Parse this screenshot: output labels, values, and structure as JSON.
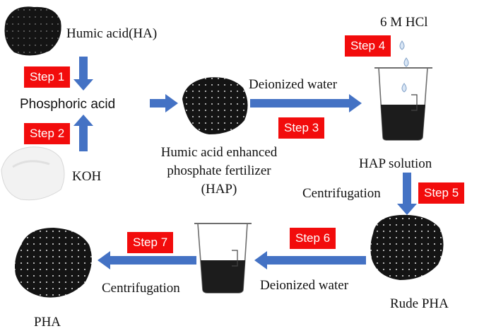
{
  "labels": {
    "humic_acid": "Humic acid(HA)",
    "phosphoric_acid": "Phosphoric acid",
    "koh": "KOH",
    "deionized_water_1": "Deionized water",
    "hcl": "6 M HCl",
    "hap_line1": "Humic acid enhanced",
    "hap_line2": "phosphate fertilizer",
    "hap_line3": "(HAP)",
    "hap_solution": "HAP solution",
    "centrifugation_1": "Centrifugation",
    "rude_pha": "Rude PHA",
    "deionized_water_2": "Deionized water",
    "centrifugation_2": "Centrifugation",
    "pha": "PHA"
  },
  "steps": [
    "Step 1",
    "Step 2",
    "Step 3",
    "Step 4",
    "Step 5",
    "Step 6",
    "Step 7"
  ],
  "colors": {
    "step_fill": "#f20c0c",
    "arrow": "#4472c4",
    "powder_dark": "#141414",
    "powder_white": "#f2f2f2"
  }
}
